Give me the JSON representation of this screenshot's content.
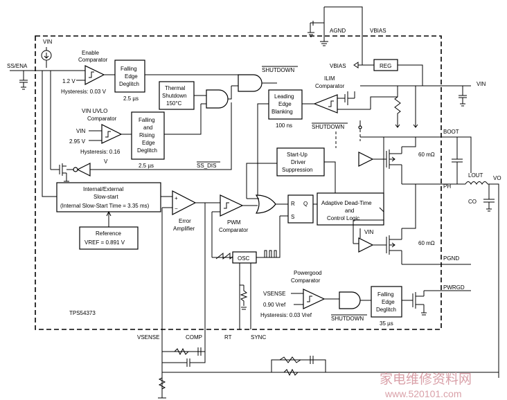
{
  "pins": {
    "agnd": "AGND",
    "vbias": "VBIAS",
    "vbias_out": "VBIAS",
    "vin_top": "VIN",
    "ss_ena": "SS/ENA",
    "vin_right": "VIN",
    "boot": "BOOT",
    "ph": "PH",
    "vo": "VO",
    "pgnd": "PGND",
    "pwrgd": "PWRGD",
    "vsense": "VSENSE",
    "comp": "COMP",
    "rt": "RT",
    "sync": "SYNC",
    "vin_inner": "VIN"
  },
  "labels": {
    "enable_comp": [
      "Enable",
      "Comparator"
    ],
    "enable_ref": "1.2 V",
    "enable_hyst": "Hysteresis: 0.03 V",
    "deglitch1": [
      "Falling",
      "Edge",
      "Deglitch"
    ],
    "deglitch1_time": "2.5 µs",
    "thermal": [
      "Thermal",
      "Shutdown",
      "150°C"
    ],
    "shutdown1": "SHUTDOWN",
    "uvlo_comp": [
      "VIN UVLO",
      "Comparator"
    ],
    "uvlo_vin": "VIN",
    "uvlo_ref": "2.95 V",
    "uvlo_hyst": "Hysteresis: 0.16",
    "uvlo_v": "V",
    "deglitch2": [
      "Falling",
      "and",
      "Rising",
      "Edge",
      "Deglitch"
    ],
    "deglitch2_time": "2.5 µs",
    "ss_dis": "SS_DIS",
    "ilim_comp": [
      "ILIM",
      "Comparator"
    ],
    "leb": [
      "Leading",
      "Edge",
      "Blanking"
    ],
    "leb_time": "100 ns",
    "shutdown2": "SHUTDOWN",
    "startup_driver": [
      "Start-Up",
      "Driver",
      "Suppression"
    ],
    "softstart": [
      "Internal/External",
      "Slow-start",
      "(Internal Slow-Start Time = 3.35 ms)"
    ],
    "reference": [
      "Reference",
      "VREF = 0.891 V"
    ],
    "error_amp": [
      "Error",
      "Amplifier"
    ],
    "pwm_comp": [
      "PWM",
      "Comparator"
    ],
    "ff_r": "R",
    "ff_q": "Q",
    "ff_s": "S",
    "deadtime": [
      "Adaptive Dead-Time",
      "and",
      "Control Logic"
    ],
    "osc": "OSC",
    "reg": "REG",
    "hs_fet": "60 mΩ",
    "ls_fet": "60 mΩ",
    "ls_vin": "VIN",
    "l_out": "LOUT",
    "c_o": "CO",
    "pg_comp": [
      "Powergood",
      "Comparator"
    ],
    "pg_vsense": "VSENSE",
    "pg_ref": "0.90 Vref",
    "pg_hyst": "Hysteresis: 0.03 Vref",
    "deglitch3": [
      "Falling",
      "Edge",
      "Deglitch"
    ],
    "deglitch3_time": "35 µs",
    "shutdown3": "SHUTDOWN",
    "part": "TPS54373",
    "plus": "+",
    "minus": "−"
  },
  "watermark": {
    "cn": "家电维修资料网",
    "url": "www.520101.com",
    "color": "#d9a0a8"
  }
}
